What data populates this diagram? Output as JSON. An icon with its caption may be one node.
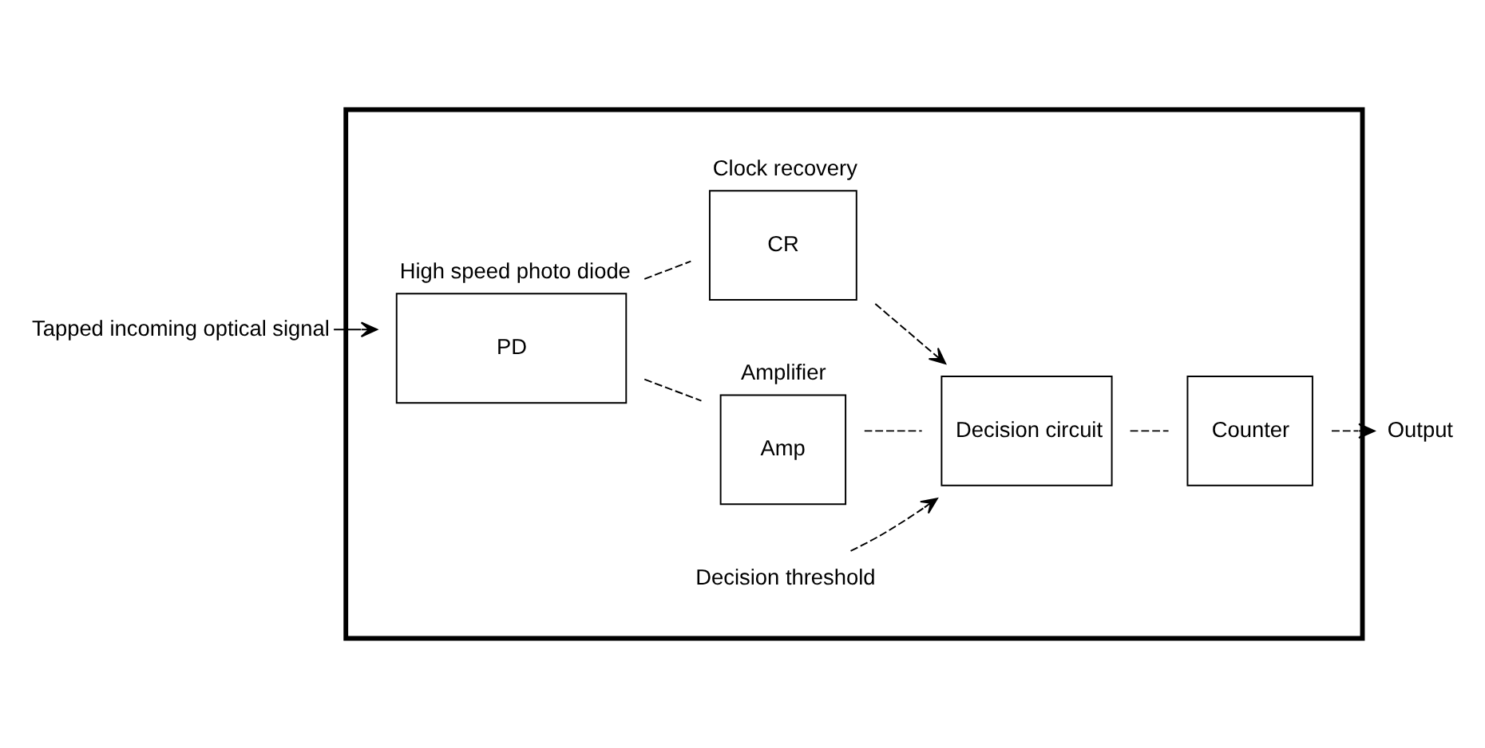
{
  "diagram": {
    "nodes": [
      {
        "text": [],
        "shape": "box"
      },
      {
        "text": [
          "PD"
        ],
        "beside": [
          "High speed photo diode"
        ],
        "in": 0
      },
      {
        "text": [
          "Amp"
        ],
        "beside": [
          "Amplifier"
        ],
        "in": 0
      },
      {
        "text": [
          "Decision circuit"
        ],
        "in": 0
      },
      {
        "text": [
          "Counter"
        ],
        "in": 0
      },
      {
        "text": [
          "CR"
        ],
        "beside": [
          "Clock recovery"
        ],
        "in": 0
      },
      {
        "text": [
          "Tapped incoming optical signal"
        ]
      },
      {
        "text": [
          "Decision threshold"
        ],
        "in": 0
      },
      {
        "text": [
          "Output"
        ]
      }
    ],
    "edges": [
      {
        "from": 6,
        "to": 1,
        "arrow": "to"
      },
      {
        "from": 1,
        "to": 2,
        "arrow": "none",
        "style": "dashed"
      },
      {
        "from": 1,
        "to": 5,
        "arrow": "none",
        "style": "dashed"
      },
      {
        "from": 2,
        "to": 3,
        "arrow": "none",
        "style": "dashed"
      },
      {
        "from": 3,
        "to": 4,
        "arrow": "none",
        "style": "dashed"
      },
      {
        "from": 4,
        "to": 8,
        "arrow": "to",
        "style": "dashed"
      },
      {
        "from": 7,
        "to": 3,
        "arrow": "to",
        "style": "dashed"
      },
      {
        "from": 5,
        "to": 3,
        "arrow": "to",
        "style": "dashed"
      }
    ]
  }
}
